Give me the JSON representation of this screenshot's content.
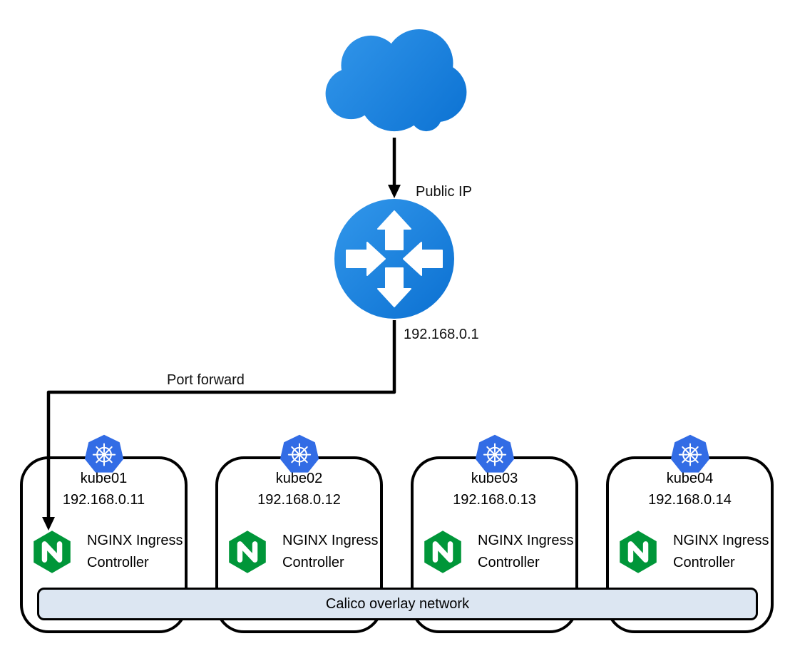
{
  "router": {
    "label": "Public IP",
    "ip": "192.168.0.1"
  },
  "port_forward": {
    "label": "Port forward"
  },
  "nodes": [
    {
      "name": "kube01",
      "ip": "192.168.0.11",
      "service": {
        "line1": "NGINX Ingress",
        "line2": "Controller"
      }
    },
    {
      "name": "kube02",
      "ip": "192.168.0.12",
      "service": {
        "line1": "NGINX Ingress",
        "line2": "Controller"
      }
    },
    {
      "name": "kube03",
      "ip": "192.168.0.13",
      "service": {
        "line1": "NGINX Ingress",
        "line2": "Controller"
      }
    },
    {
      "name": "kube04",
      "ip": "192.168.0.14",
      "service": {
        "line1": "NGINX Ingress",
        "line2": "Controller"
      }
    }
  ],
  "overlay_network": {
    "label": "Calico overlay network"
  },
  "icons": {
    "cloud": "internet-cloud-icon",
    "router": "router-icon",
    "kubernetes": "kubernetes-icon",
    "nginx": "nginx-icon"
  },
  "colors": {
    "cloud_blue": "#1a86e0",
    "router_blue": "#1786e0",
    "kubernetes_blue": "#326ce5",
    "nginx_green": "#009639",
    "overlay_fill": "#dce6f2",
    "line_black": "#000000"
  }
}
